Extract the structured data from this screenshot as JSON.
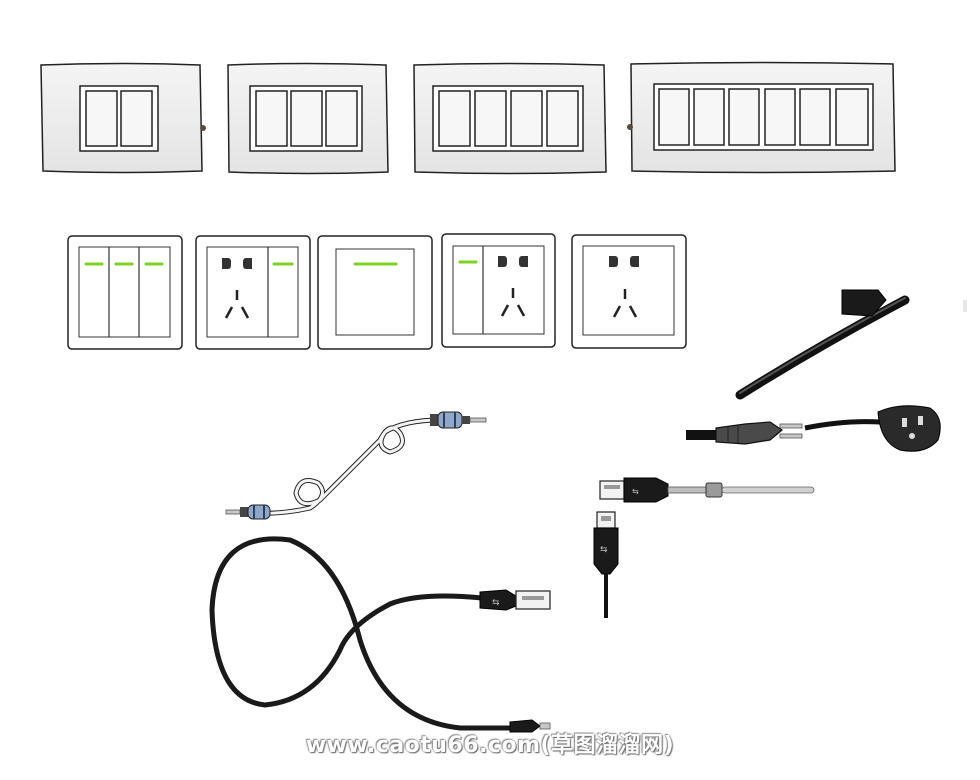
{
  "watermark": {
    "text": "www.caotu66.com(草图溜溜网)"
  },
  "colors": {
    "plate_fill": "#ececec",
    "plate_stroke": "#222222",
    "indicator_green": "#7ed321",
    "cable_black": "#1a1a1a",
    "audio_cable": "#f4f4f4",
    "audio_band": "#8fa7c9",
    "metal": "#c8c8c8"
  },
  "objects": {
    "frames_row": [
      "2-gang-frame",
      "3-gang-frame",
      "4-gang-frame",
      "6-gang-frame"
    ],
    "switch_row": [
      "triple-switch-panel",
      "socket-with-switch-panel",
      "single-switch-panel",
      "switch-with-socket-panel",
      "five-pin-socket-panel"
    ],
    "cables": [
      "audio-aux-cable",
      "usb-to-micro-usb-cable",
      "power-plug-cable",
      "usb-cable-straight",
      "usb-cable-vertical",
      "black-cable-fragment"
    ]
  }
}
